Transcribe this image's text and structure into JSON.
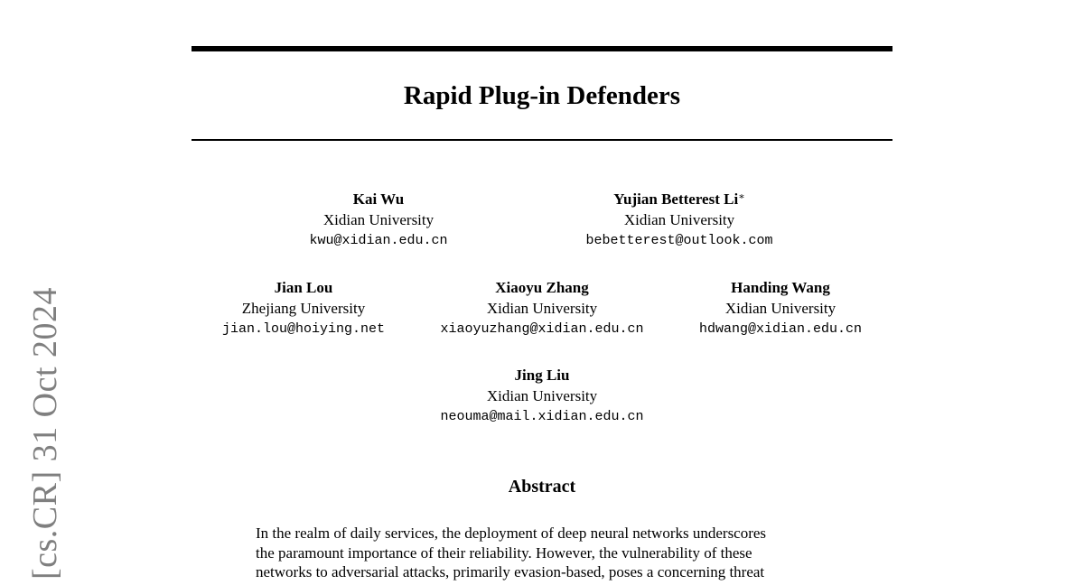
{
  "side_stamp": {
    "text": "[cs.CR]  31 Oct 2024"
  },
  "paper": {
    "title": "Rapid Plug-in Defenders"
  },
  "authors": [
    {
      "name": "Kai Wu",
      "marker": "",
      "affiliation": "Xidian University",
      "email": "kwu@xidian.edu.cn"
    },
    {
      "name": "Yujian Betterest Li",
      "marker": "∗",
      "affiliation": "Xidian University",
      "email": "bebetterest@outlook.com"
    },
    {
      "name": "Jian Lou",
      "marker": "",
      "affiliation": "Zhejiang University",
      "email": "jian.lou@hoiying.net"
    },
    {
      "name": "Xiaoyu Zhang",
      "marker": "",
      "affiliation": "Xidian University",
      "email": "xiaoyuzhang@xidian.edu.cn"
    },
    {
      "name": "Handing Wang",
      "marker": "",
      "affiliation": "Xidian University",
      "email": "hdwang@xidian.edu.cn"
    },
    {
      "name": "Jing Liu",
      "marker": "",
      "affiliation": "Xidian University",
      "email": "neouma@mail.xidian.edu.cn"
    }
  ],
  "abstract": {
    "heading": "Abstract",
    "lines": [
      "In the realm of daily services, the deployment of deep neural networks underscores",
      "the paramount importance of their reliability. However, the vulnerability of these",
      "networks to adversarial attacks, primarily evasion-based, poses a concerning threat"
    ]
  }
}
